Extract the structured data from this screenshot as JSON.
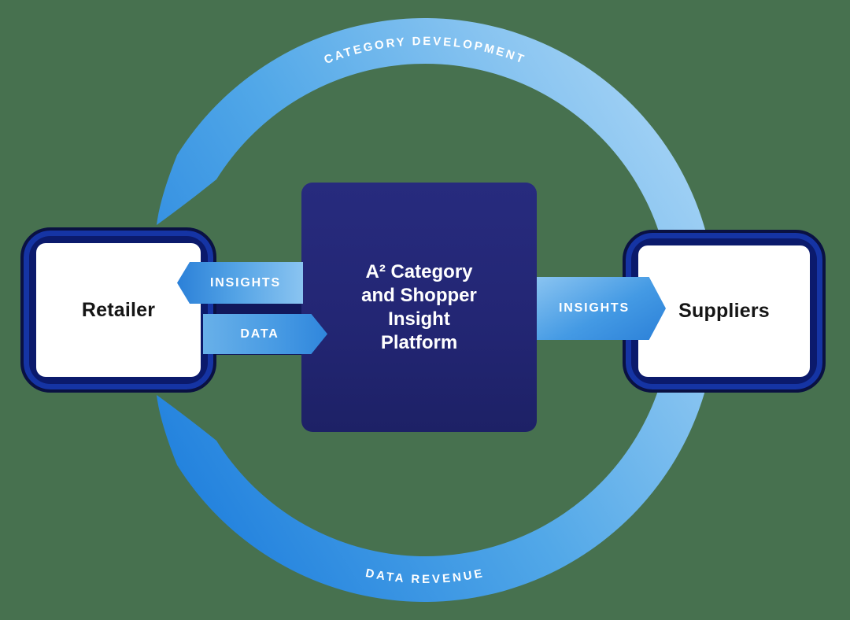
{
  "ring": {
    "top_label": "CATEGORY DEVELOPMENT",
    "bottom_label": "DATA REVENUE"
  },
  "nodes": {
    "retailer": {
      "label": "Retailer"
    },
    "suppliers": {
      "label": "Suppliers"
    },
    "platform": {
      "lines": [
        "A² Category",
        "and Shopper",
        "Insight",
        "Platform"
      ]
    }
  },
  "arrows": {
    "insights_to_retailer": {
      "label": "INSIGHTS",
      "direction": "left"
    },
    "data_to_platform": {
      "label": "DATA",
      "direction": "right"
    },
    "insights_to_suppliers": {
      "label": "INSIGHTS",
      "direction": "right"
    }
  },
  "colors": {
    "bg": "#47714F",
    "ring-deep": "#1F7FDD",
    "ring-mid": "#52A8E8",
    "ring-light": "#A9D5F6",
    "navy": "#0B1A6C",
    "frame-edge": "#0A1142",
    "frame-hl": "#1534A4",
    "bridge": "#11185C",
    "platform-top": "#272B7E",
    "platform-bot": "#1D2166",
    "arrow-deep": "#2B80D8",
    "arrow-mid": "#52A2E5",
    "arrow-light": "#8AC4F1",
    "text-dark": "#151515",
    "text-light": "#FFFFFF"
  }
}
